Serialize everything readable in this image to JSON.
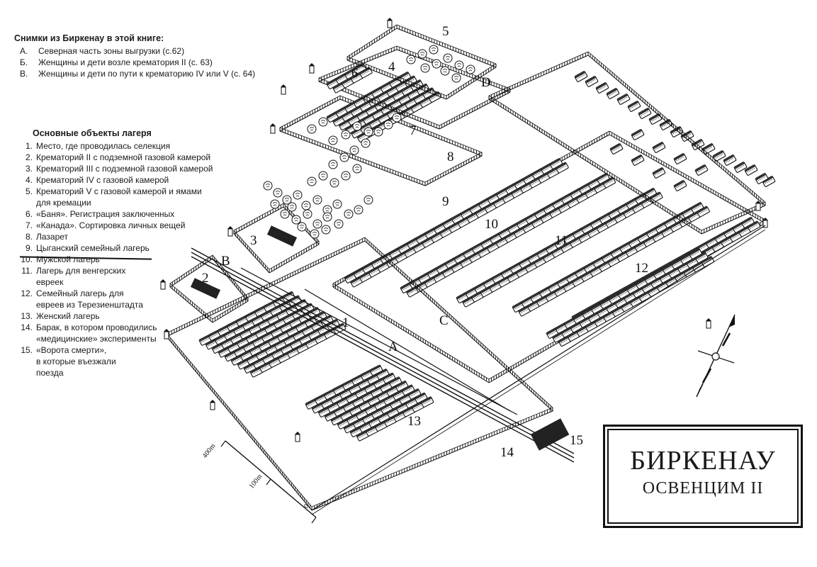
{
  "photos": {
    "title": "Снимки из Биркенау в этой книге:",
    "items": [
      {
        "mark": "А.",
        "text": "Северная часть зоны выгрузки (с.62)"
      },
      {
        "mark": "Б.",
        "text": "Женщины и дети возле крематория II (с. 63)"
      },
      {
        "mark": "В.",
        "text": "Женщины и дети по пути к крематорию IV или V (с. 64)"
      }
    ]
  },
  "objects": {
    "title": "Основные объекты лагеря",
    "items": [
      {
        "mark": "1.",
        "text": "Место, где проводилась селекция"
      },
      {
        "mark": "2.",
        "text": "Крематорий II с подземной газовой камерой"
      },
      {
        "mark": "3.",
        "text": "Крематорий III с подземной газовой камерой"
      },
      {
        "mark": "4.",
        "text": "Крематорий IV с газовой камерой"
      },
      {
        "mark": "5.",
        "text": "Крематорий V с газовой камерой и ямами\nдля кремации"
      },
      {
        "mark": "6.",
        "text": "«Баня». Регистрация заключенных"
      },
      {
        "mark": "7.",
        "text": "«Канада». Сортировка личных вещей"
      },
      {
        "mark": "8.",
        "text": "Лазарет"
      },
      {
        "mark": "9.",
        "text": "Цыганский семейный лагерь"
      },
      {
        "mark": "10.",
        "text": "Мужской лагерь"
      },
      {
        "mark": "11.",
        "text": "Лагерь для венгерских\nевреек"
      },
      {
        "mark": "12.",
        "text": "Семейный лагерь для\nевреев из Терезиенштадта"
      },
      {
        "mark": "13.",
        "text": "Женский лагерь"
      },
      {
        "mark": "14.",
        "text": "Барак, в котором проводились\n«медицинские» эксперименты"
      },
      {
        "mark": "15.",
        "text": "«Ворота смерти»,\nв которые въезжали\nпоезда"
      }
    ]
  },
  "title": {
    "line1": "БИРКЕНАУ",
    "line2": "ОСВЕНЦИМ II"
  },
  "map_labels": {
    "n1": "1",
    "n2": "2",
    "n3": "3",
    "n4": "4",
    "n5": "5",
    "n6": "6",
    "n7": "7",
    "n8": "8",
    "n9": "9",
    "n10": "10",
    "n11": "11",
    "n12": "12",
    "n13": "13",
    "n14": "14",
    "n15": "15",
    "lA": "A",
    "lB": "B",
    "lC": "C",
    "lD": "D"
  },
  "scale": {
    "s400": "400m",
    "s100": "100m",
    "s0": "0"
  }
}
